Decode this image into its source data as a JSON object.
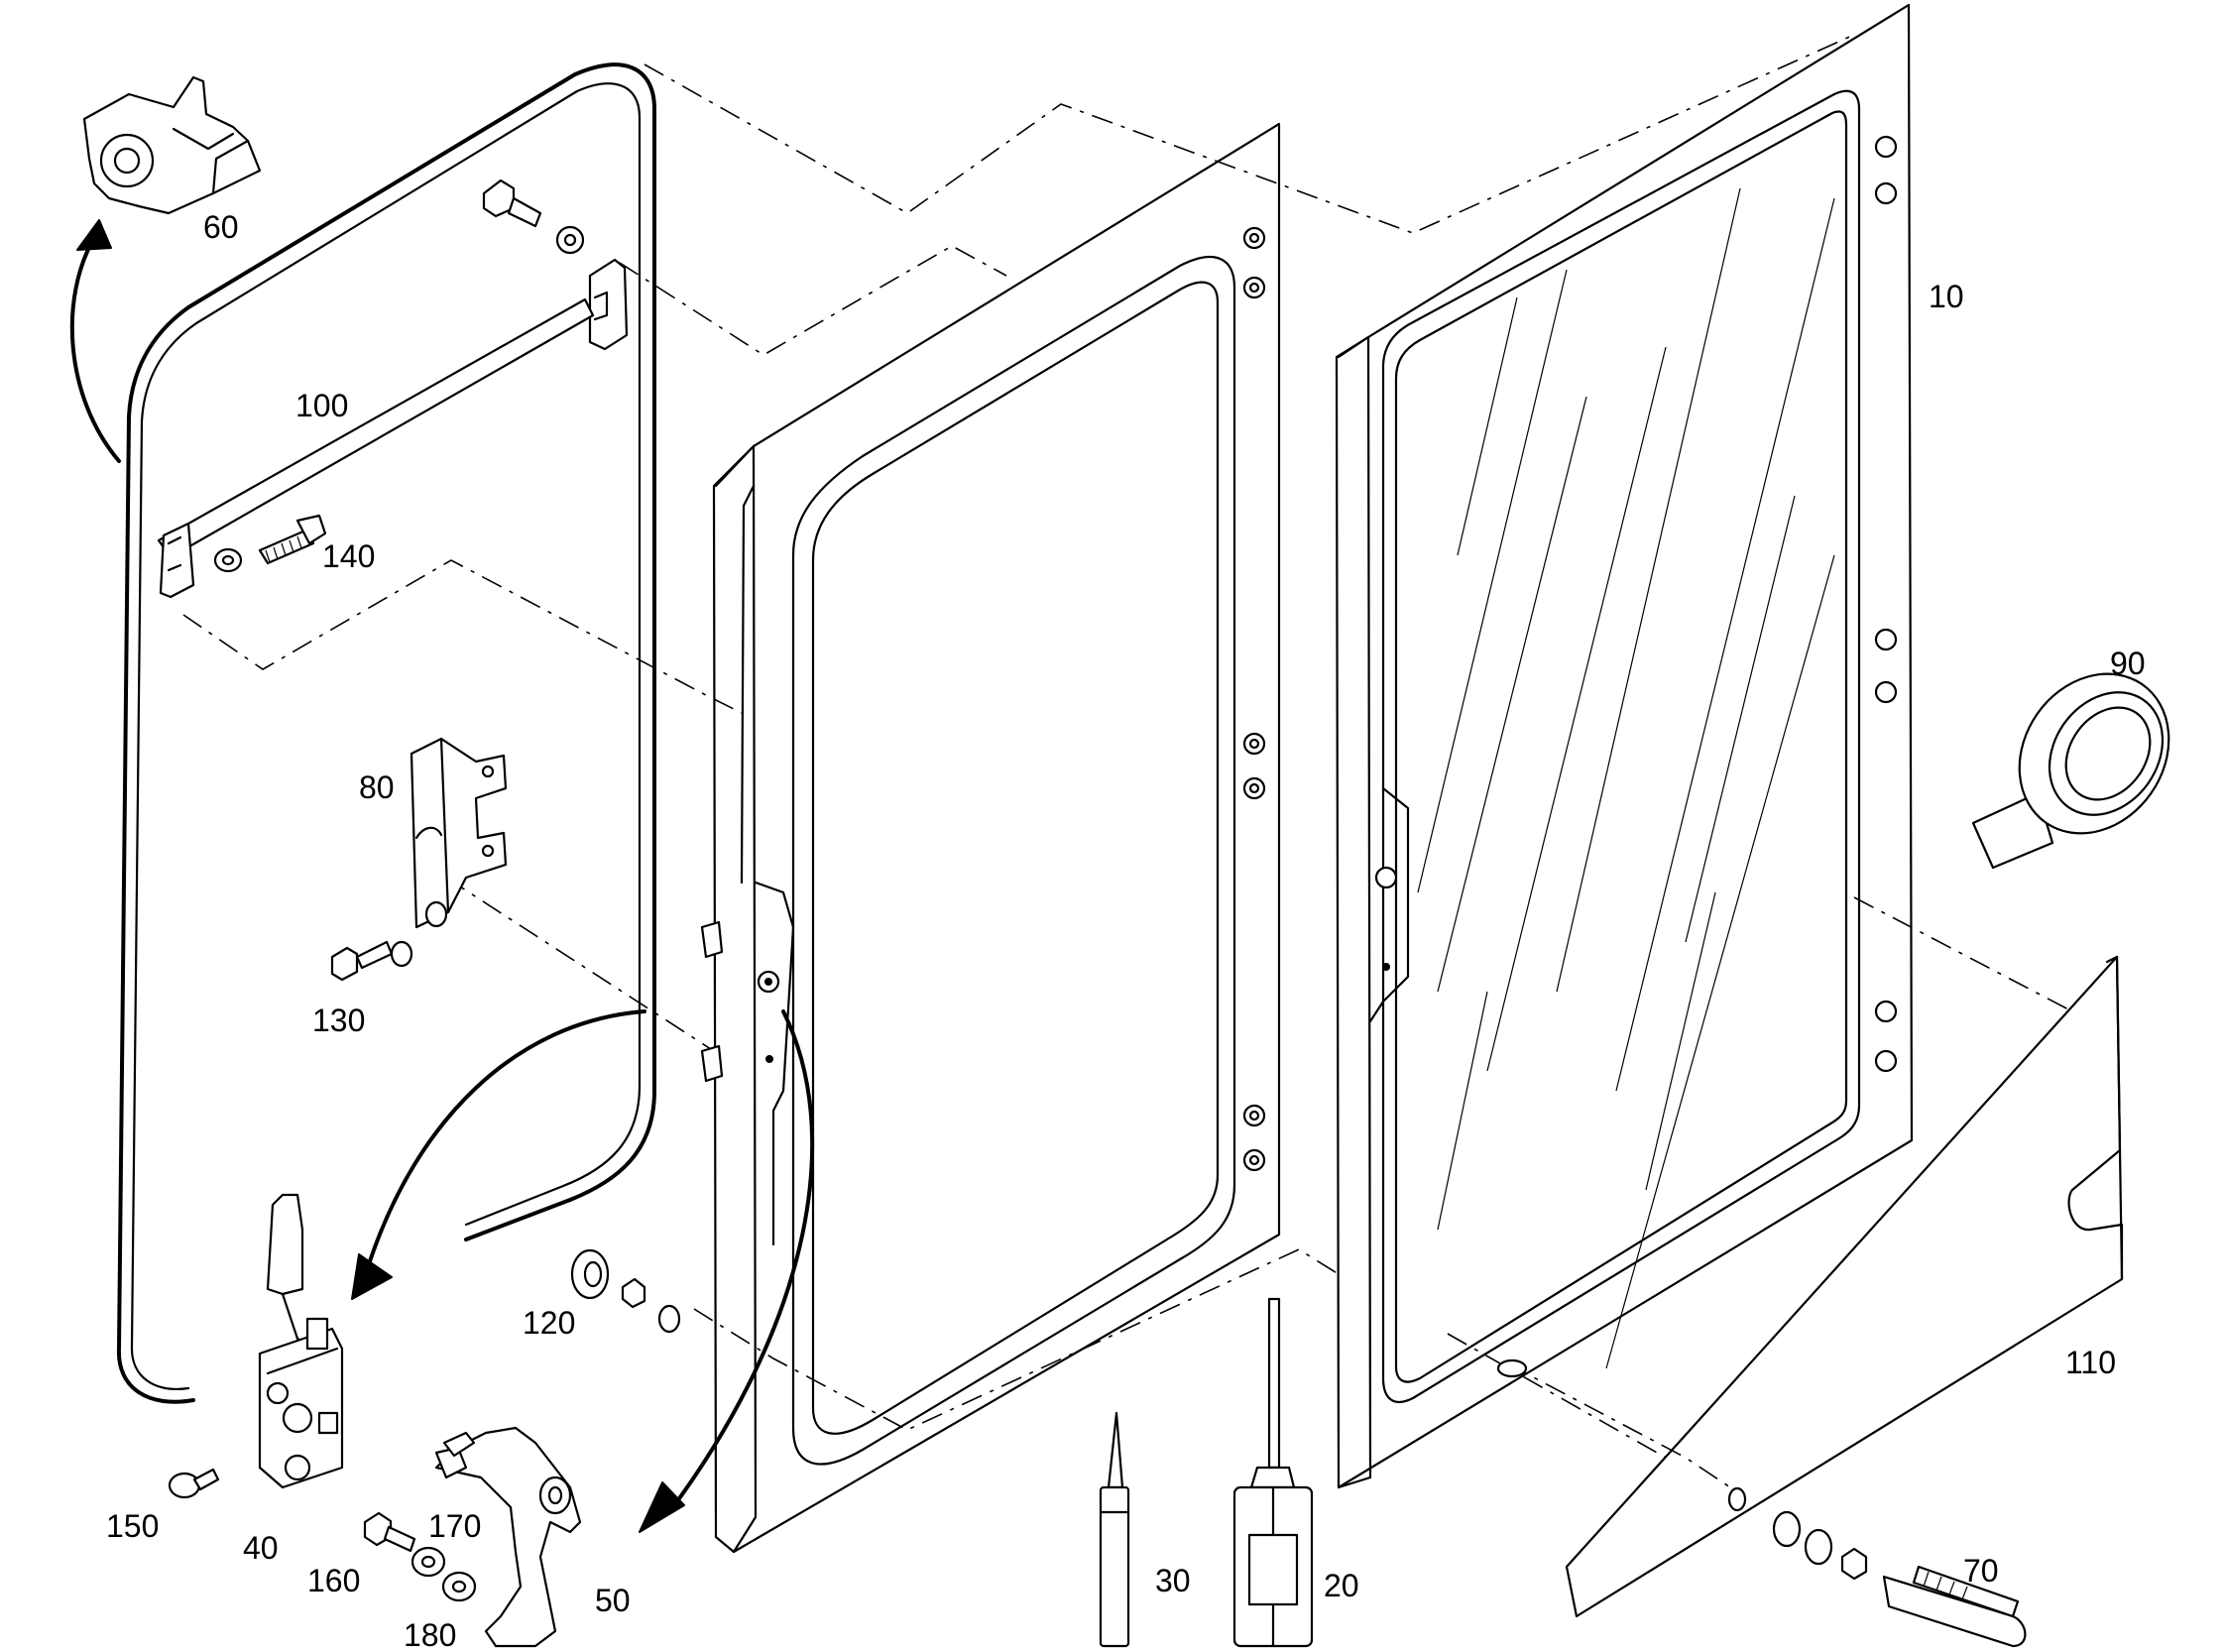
{
  "diagram": {
    "callouts": [
      {
        "id": "c10",
        "text": "10"
      },
      {
        "id": "c20",
        "text": "20"
      },
      {
        "id": "c30",
        "text": "30"
      },
      {
        "id": "c40",
        "text": "40"
      },
      {
        "id": "c50",
        "text": "50"
      },
      {
        "id": "c60",
        "text": "60"
      },
      {
        "id": "c70",
        "text": "70"
      },
      {
        "id": "c80",
        "text": "80"
      },
      {
        "id": "c90",
        "text": "90"
      },
      {
        "id": "c100",
        "text": "100"
      },
      {
        "id": "c110",
        "text": "110"
      },
      {
        "id": "c120",
        "text": "120"
      },
      {
        "id": "c130",
        "text": "130"
      },
      {
        "id": "c140",
        "text": "140"
      },
      {
        "id": "c150",
        "text": "150"
      },
      {
        "id": "c160",
        "text": "160"
      },
      {
        "id": "c170",
        "text": "170"
      },
      {
        "id": "c180",
        "text": "180"
      }
    ]
  }
}
